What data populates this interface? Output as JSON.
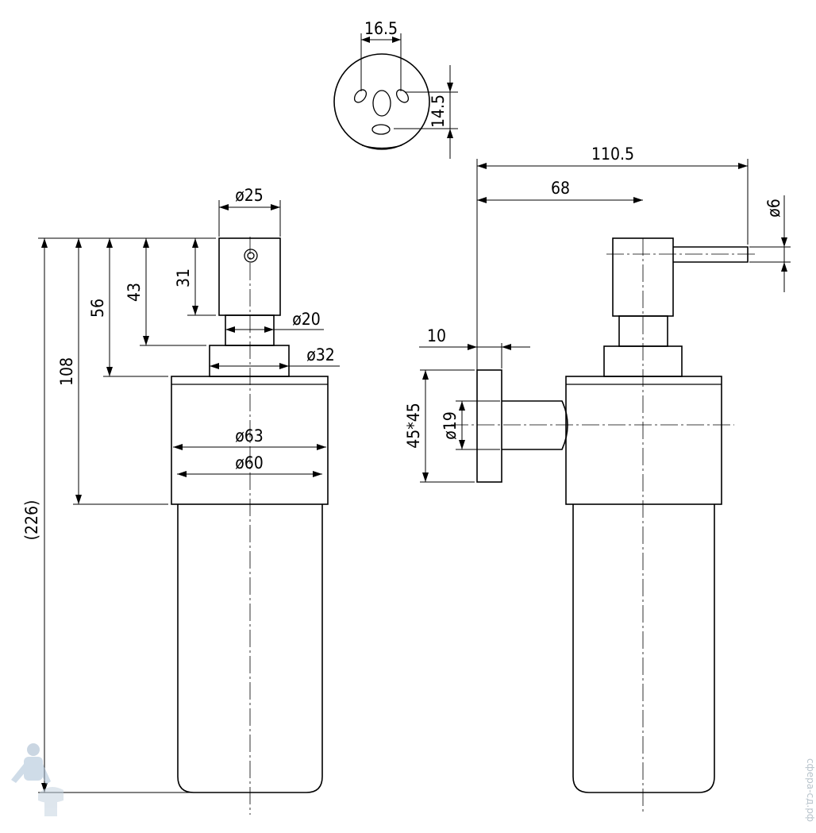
{
  "top_view": {
    "hole_spacing": "16.5",
    "hole_offset": "14.5"
  },
  "front_view": {
    "dia_button": "ø25",
    "dia_stem": "ø20",
    "dia_collar": "ø32",
    "dia_holder_outer": "ø63",
    "dia_holder_inner": "ø60",
    "h_button": "31",
    "h_to_collar": "43",
    "h_to_holder": "56",
    "h_to_holder_bottom": "108",
    "h_total": "(226)"
  },
  "side_view": {
    "depth_total": "110.5",
    "depth_to_axis": "68",
    "dia_spout": "ø6",
    "plate_thickness": "10",
    "plate_size": "45*45",
    "dia_arm": "ø19"
  },
  "watermark": "сфера-сд.рф"
}
